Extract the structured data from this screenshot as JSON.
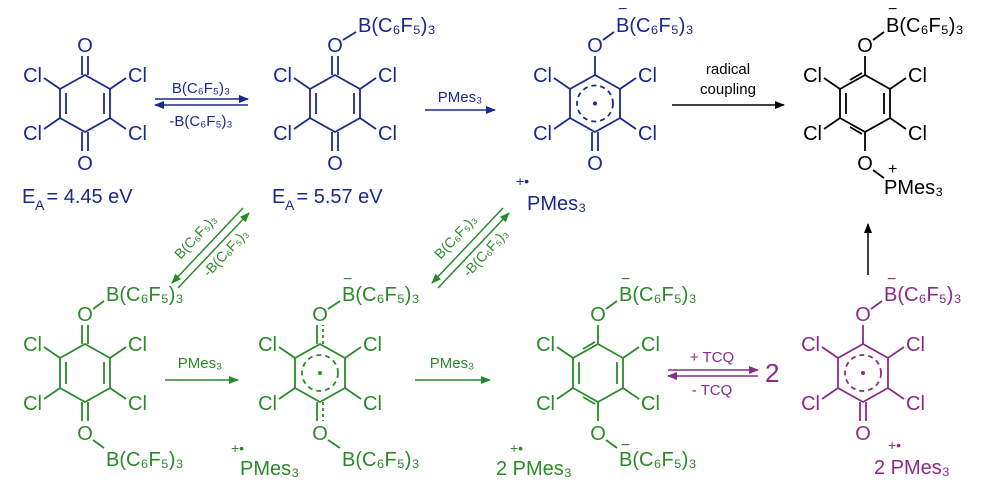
{
  "scheme": {
    "colors": {
      "blue": "#1a2a8c",
      "green": "#2a8a2a",
      "black": "#000000",
      "purple": "#8a2a8a"
    },
    "atoms": {
      "cl": "Cl",
      "o": "O"
    },
    "reagents": {
      "borane": "B(C₆F₅)₃",
      "minus_borane": "-B(C₆F₅)₃",
      "pmes": "PMes₃",
      "radical_coupling_1": "radical",
      "radical_coupling_2": "coupling",
      "plus_tcq": "+ TCQ",
      "minus_tcq": "- TCQ"
    },
    "labels": {
      "boron_adduct": "B(C₆F₅)₃",
      "radical_cation_sup": "+•",
      "cation_sup": "+",
      "anion_sup": "−",
      "pmes_product": "PMes₃",
      "two_pmes": "2 PMes₃",
      "coefficient_two": "2"
    },
    "values": {
      "ea_tcq": "E  = 4.45 eV",
      "ea_adduct": "E  = 5.57 eV",
      "ea_subscript": "A"
    }
  }
}
